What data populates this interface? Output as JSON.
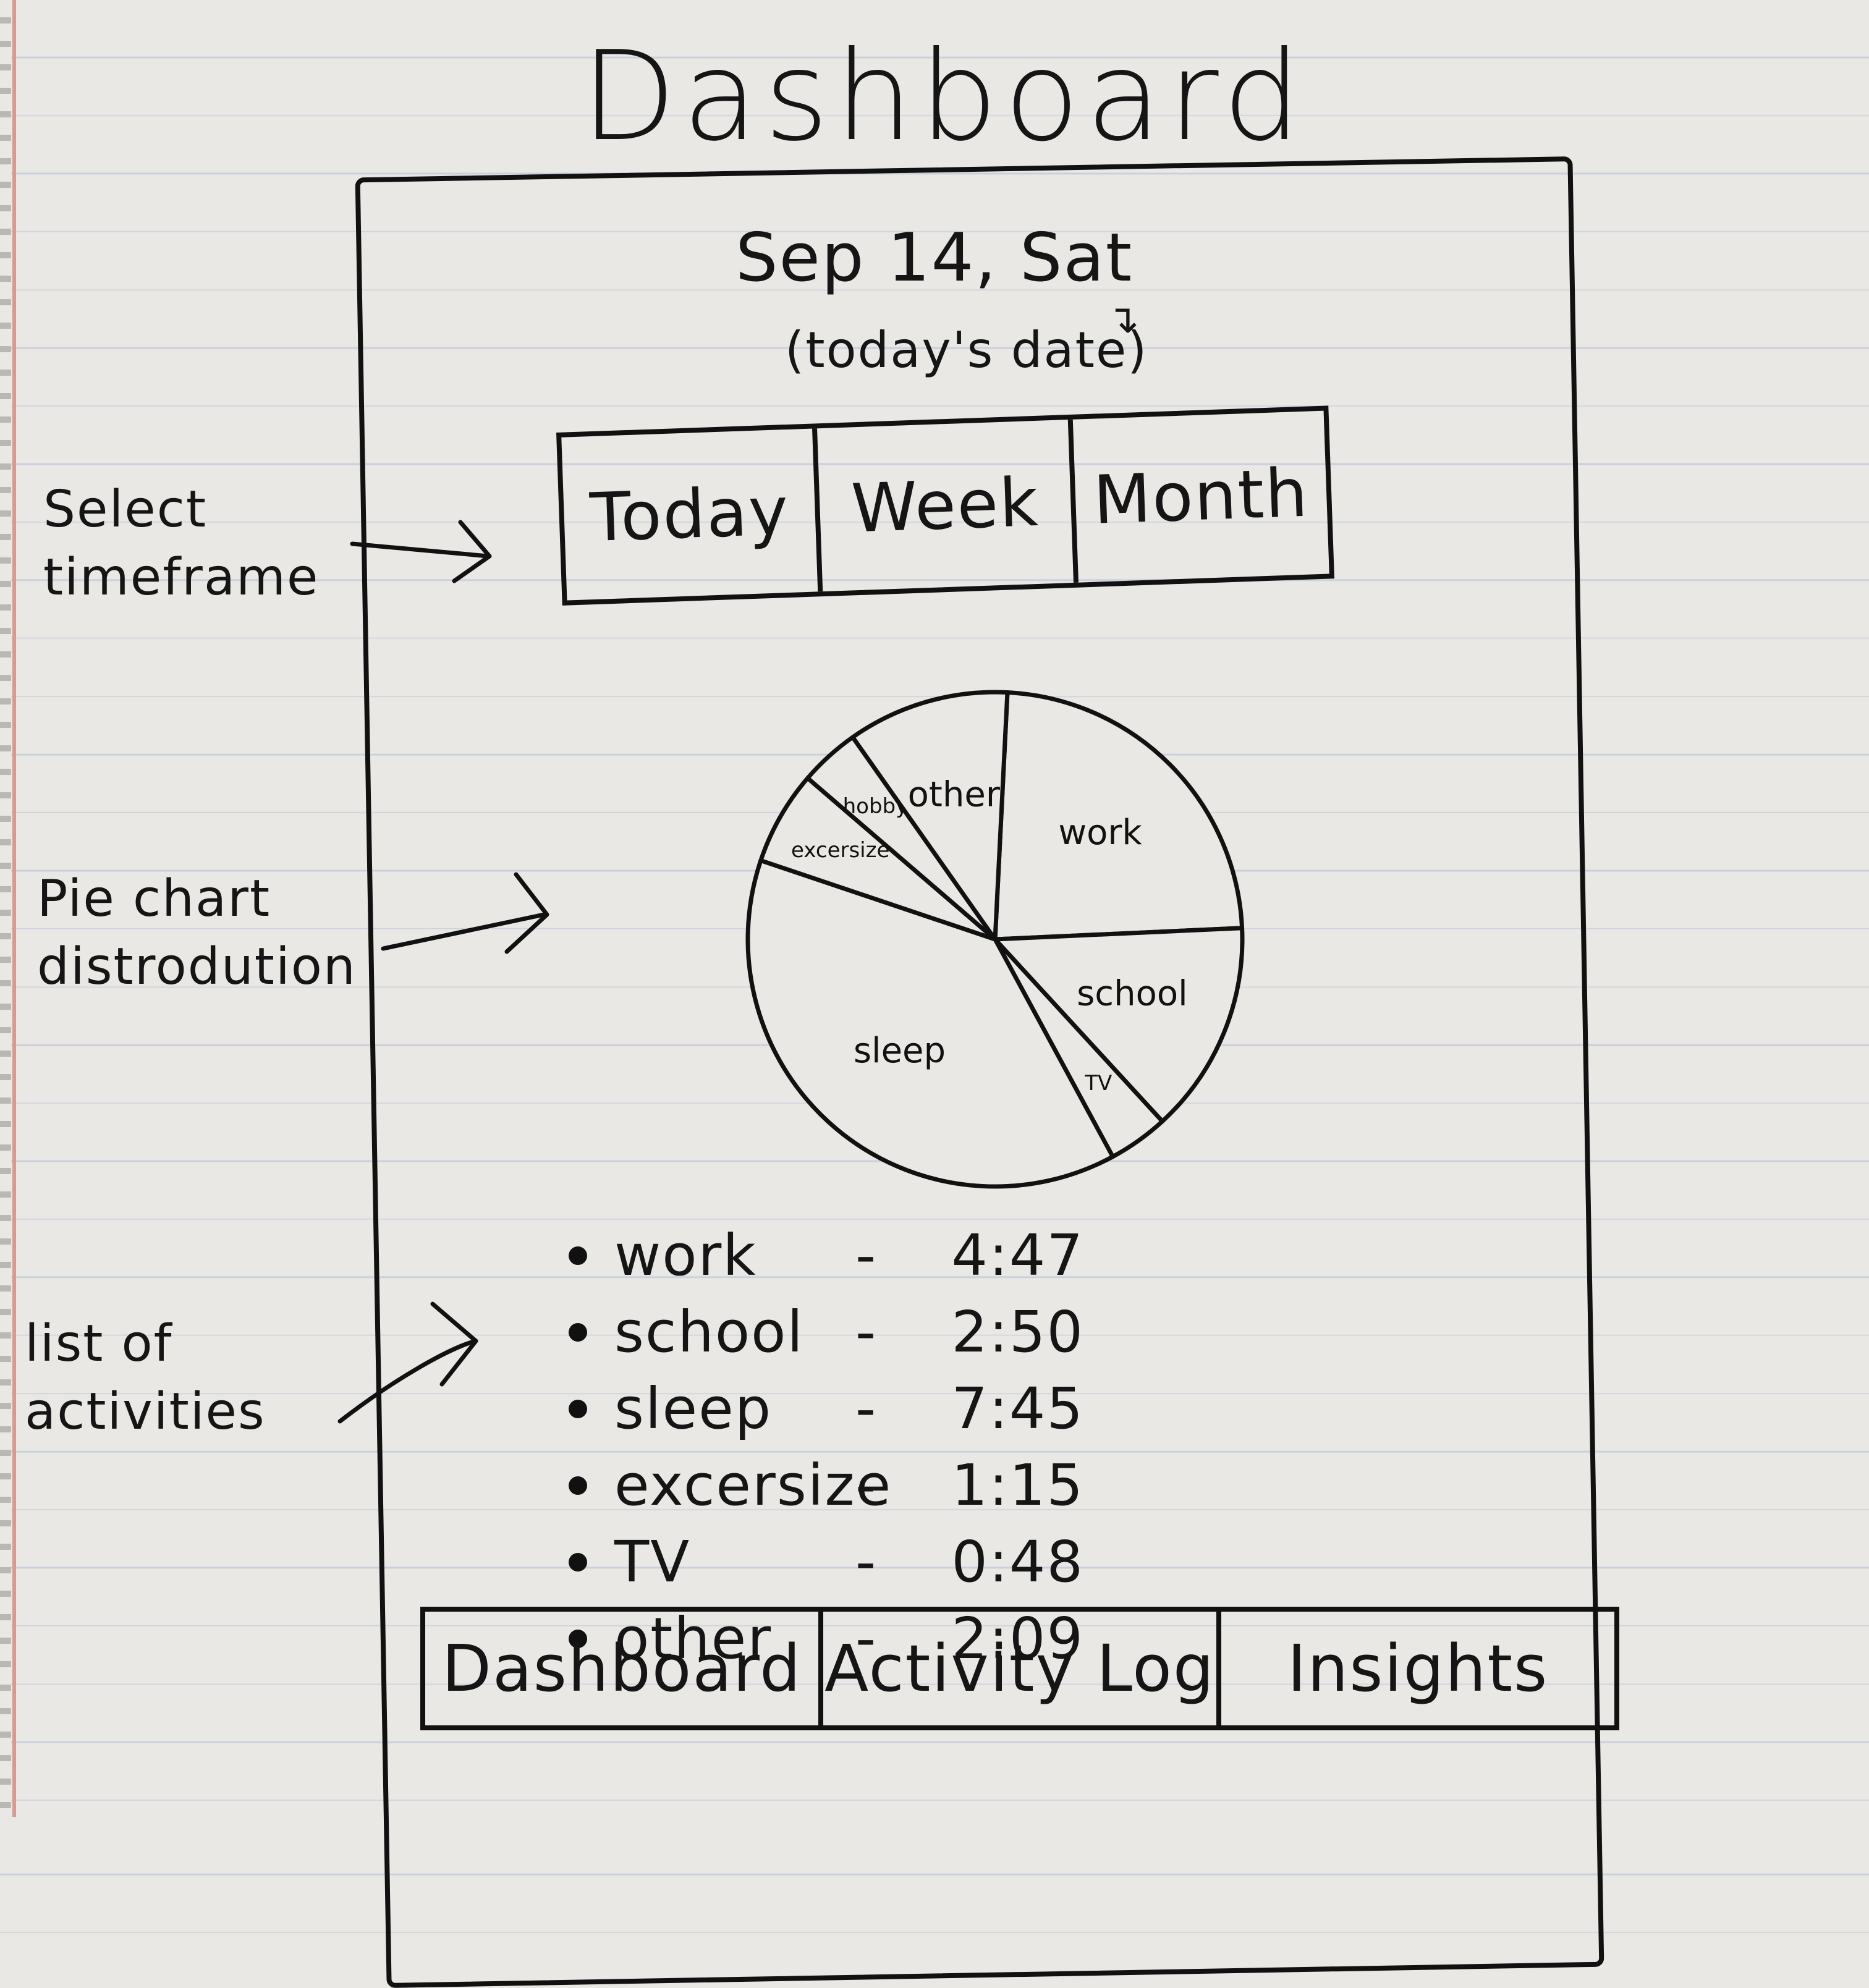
{
  "page": {
    "title": "Dashboard"
  },
  "annotations": {
    "select_timeframe": [
      "Select",
      "timeframe"
    ],
    "pie_chart": [
      "Pie chart",
      "distrodution"
    ],
    "list_activities": [
      "list of",
      "activities"
    ]
  },
  "header": {
    "date": "Sep 14, Sat",
    "date_note": "(today's date)",
    "caret": "↴"
  },
  "timeframe_tabs": [
    "Today",
    "Week",
    "Month"
  ],
  "chart_data": {
    "type": "pie",
    "categories": [
      "work",
      "school",
      "TV",
      "sleep",
      "excersize",
      "hobby",
      "other"
    ],
    "values": [
      4.78,
      2.83,
      0.8,
      7.75,
      1.25,
      0.8,
      2.15
    ],
    "colors": {
      "stroke": "#111111",
      "fill": "#e9e8e4"
    }
  },
  "activities": [
    {
      "name": "work",
      "dash": "-",
      "time": "4:47"
    },
    {
      "name": "school",
      "dash": "-",
      "time": "2:50"
    },
    {
      "name": "sleep",
      "dash": "-",
      "time": "7:45"
    },
    {
      "name": "excersize",
      "dash": "-",
      "time": "1:15"
    },
    {
      "name": "TV",
      "dash": "-",
      "time": "0:48"
    },
    {
      "name": "other",
      "dash": "-",
      "time": "2:09"
    }
  ],
  "tabbar": [
    "Dashboard",
    "Activity Log",
    "Insights"
  ]
}
